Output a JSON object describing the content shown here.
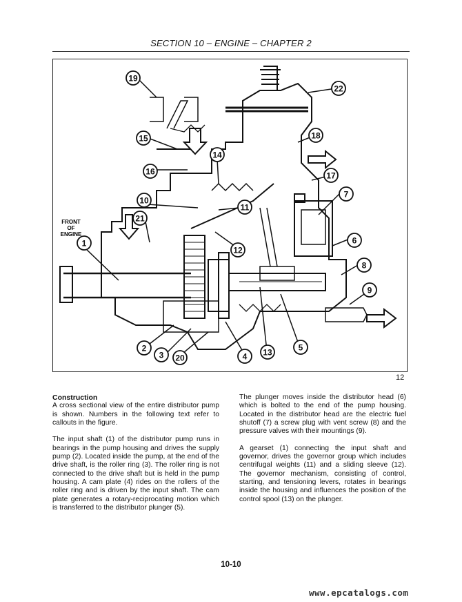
{
  "header": {
    "title": "SECTION 10 – ENGINE – CHAPTER 2"
  },
  "figure": {
    "number": "12",
    "front_label": [
      "FRONT",
      "OF",
      "ENGINE"
    ],
    "callouts": [
      "1",
      "2",
      "3",
      "4",
      "5",
      "6",
      "7",
      "8",
      "9",
      "10",
      "11",
      "12",
      "13",
      "14",
      "15",
      "16",
      "17",
      "18",
      "19",
      "20",
      "21",
      "22"
    ]
  },
  "body": {
    "heading": "Construction",
    "left_paragraphs": [
      "A cross sectional view of the entire distributor pump is shown. Numbers in the following text refer to callouts in the figure.",
      "The input shaft (1) of the distributor pump runs in bearings in the pump housing and drives the supply pump (2). Located inside the pump, at the end of the drive shaft, is the roller ring (3). The roller ring is not connected to the drive shaft but is held in the pump housing. A cam plate (4) rides on the rollers of the roller ring and is driven by the input shaft. The cam plate generates a rotary-reciprocating motion which is transferred to the distributor plunger (5)."
    ],
    "right_paragraphs": [
      "The plunger moves inside the distributor head (6) which is bolted to the end of the pump housing. Located in the distributor head are the electric fuel shutoff (7) a screw plug with vent screw (8) and the pressure valves with their mountings (9).",
      "A gearset (1) connecting the input shaft and governor, drives the governor group which includes centrifugal weights (11) and a sliding sleeve (12). The governor mechanism, consisting of control, starting, and tensioning levers, rotates in bearings inside the housing and influences the position of the control spool (13) on the plunger."
    ]
  },
  "footer": {
    "page_number": "10-10",
    "watermark": "www.epcatalogs.com"
  }
}
